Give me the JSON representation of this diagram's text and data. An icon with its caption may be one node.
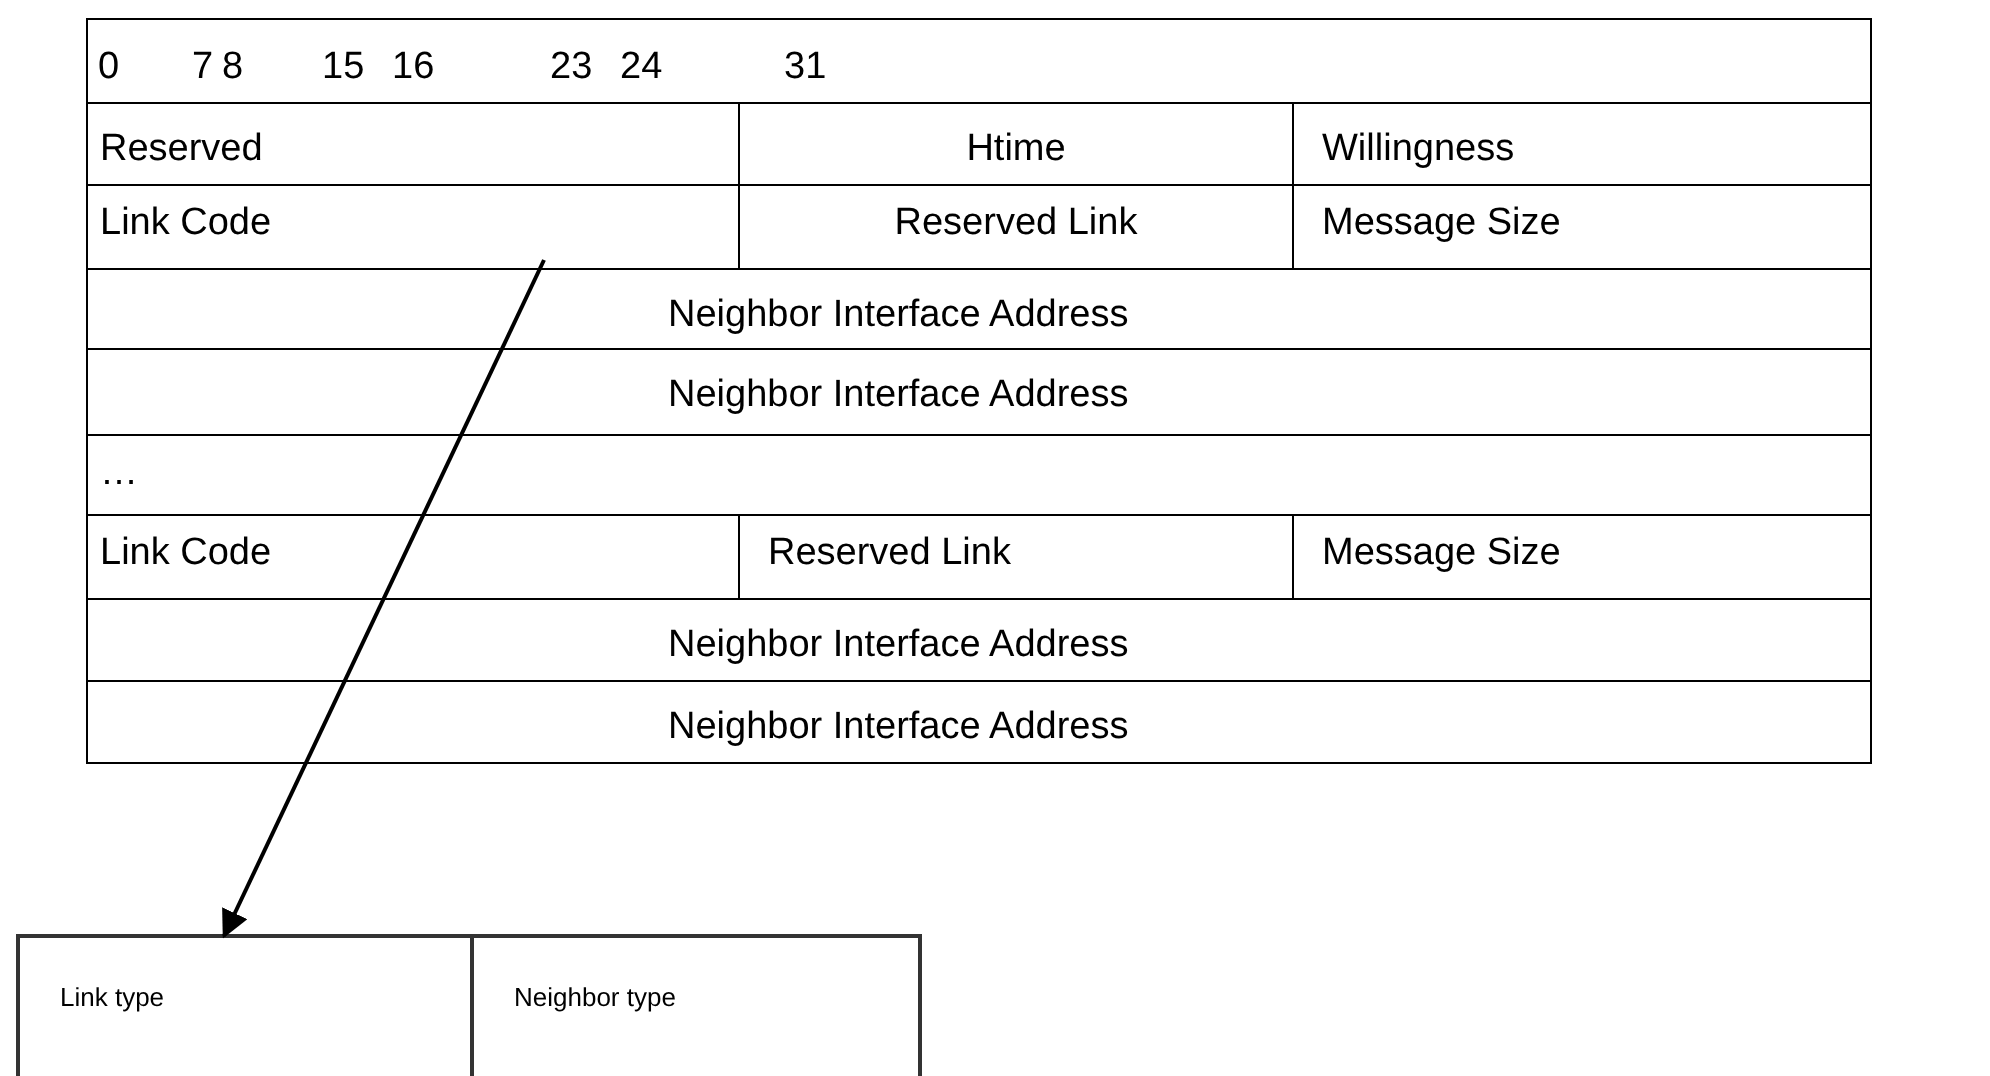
{
  "diagram": {
    "nodes": [
      {
        "text": [
          "Link Code"
        ]
      },
      {
        "text": [
          "Link type"
        ]
      },
      {
        "text": [
          "Neighbor type"
        ]
      }
    ],
    "edges": [
      {
        "from": 0,
        "to": 1,
        "arrow": "to"
      }
    ],
    "labels": [
      "0",
      "7",
      "8",
      "15",
      "16",
      "23",
      "24",
      "31",
      "Reserved",
      "Htime",
      "Willingness",
      "Reserved Link",
      "Message Size",
      "Neighbor Interface Address",
      "Neighbor Interface Address",
      "…",
      "Link Code",
      "Reserved Link",
      "Message Size",
      "Neighbor Interface Address",
      "Neighbor Interface Address"
    ]
  }
}
